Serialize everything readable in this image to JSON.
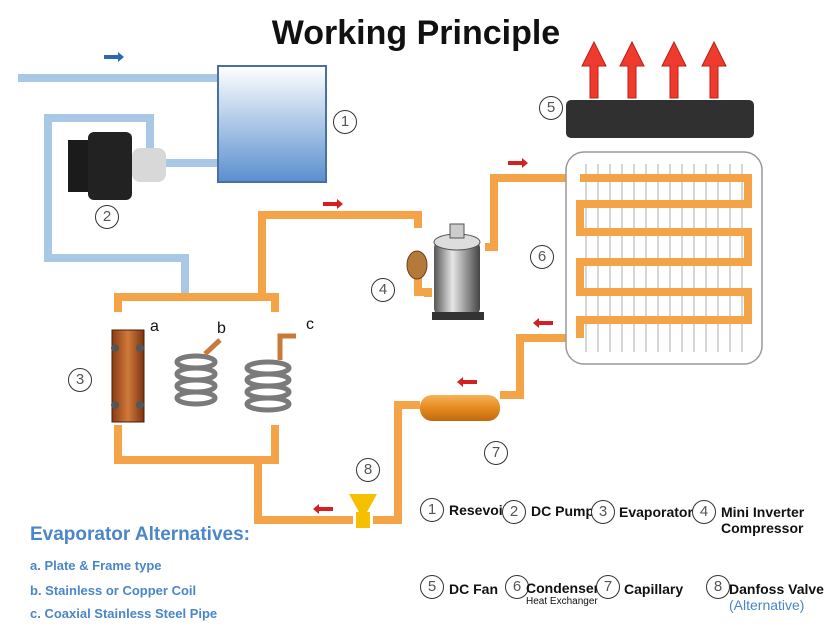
{
  "title": "Working Principle",
  "colors": {
    "water_pipe": "#a8c8e6",
    "refrigerant_pipe": "#f4a347",
    "flow_arrow": "#d42020",
    "fan_arrow": "#ef3b2d",
    "alt_text": "#4a86c8"
  },
  "markers": [
    "1",
    "2",
    "3",
    "4",
    "5",
    "6",
    "7",
    "8"
  ],
  "coil_letters": [
    "a",
    "b",
    "c"
  ],
  "legend": [
    {
      "num": "1",
      "label": "Resevoir"
    },
    {
      "num": "2",
      "label": "DC Pump"
    },
    {
      "num": "3",
      "label": "Evaporator"
    },
    {
      "num": "4",
      "label": "Mini Inverter Compressor"
    },
    {
      "num": "5",
      "label": "DC Fan"
    },
    {
      "num": "6",
      "label": "Condenser",
      "sub": "Heat Exchanger"
    },
    {
      "num": "7",
      "label": "Capillary"
    },
    {
      "num": "8",
      "label": "Danfoss Valve",
      "sub": "(Alternative)"
    }
  ],
  "alternatives": {
    "title": "Evaporator Alternatives:",
    "items": [
      "a. Plate & Frame type",
      "b. Stainless or Copper Coil",
      "c. Coaxial Stainless Steel Pipe"
    ]
  }
}
